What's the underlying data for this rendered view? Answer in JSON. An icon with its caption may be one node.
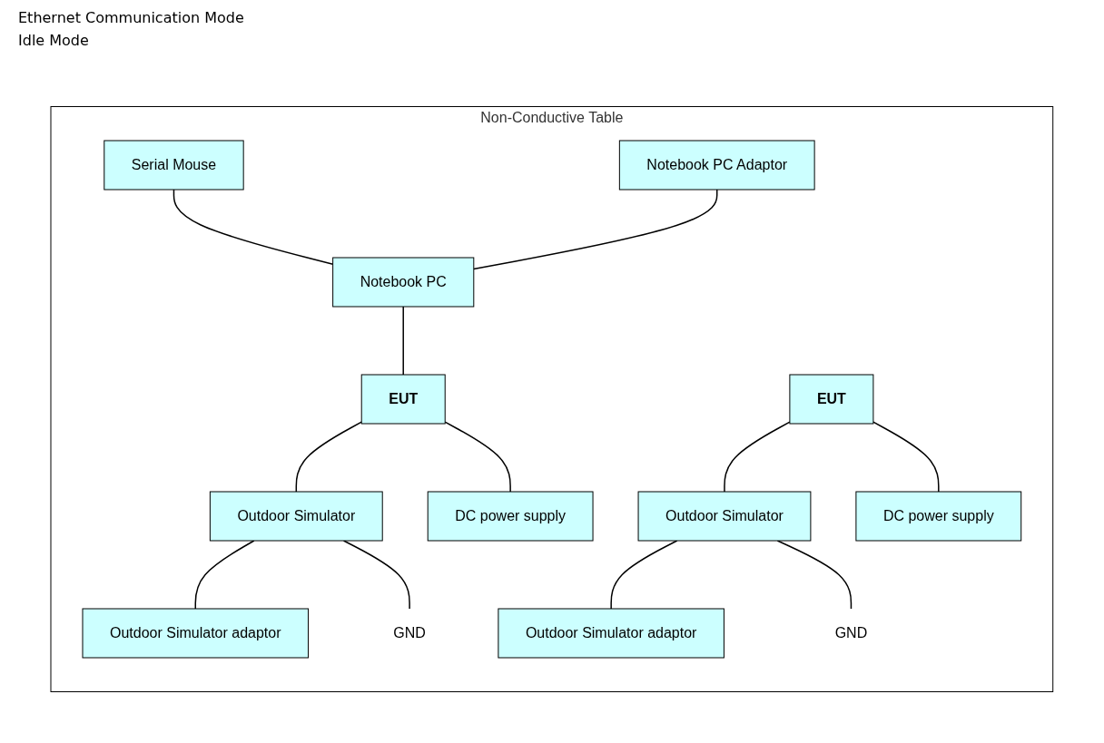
{
  "diagram": {
    "nodes": [
      {
        "text": [
          "Non-Conductive Table"
        ]
      },
      {
        "text": [
          "Serial Mouse"
        ],
        "in": 0
      },
      {
        "text": [
          "Notebook PC Adaptor"
        ],
        "in": 0
      },
      {
        "text": [
          "Notebook PC"
        ],
        "in": 0
      },
      {
        "text": [
          "EUT"
        ],
        "in": 0
      },
      {
        "text": [
          "Outdoor Simulator"
        ],
        "in": 0
      },
      {
        "text": [
          "Outdoor Simulator adaptor"
        ],
        "in": 0
      },
      {
        "text": [
          "DC power supply"
        ],
        "in": 0
      },
      {
        "text": [
          "GND"
        ],
        "in": 0
      },
      {
        "text": [
          "EUT"
        ],
        "in": 0
      },
      {
        "text": [
          "Outdoor Simulator"
        ],
        "in": 0
      },
      {
        "text": [
          "Outdoor Simulator adaptor"
        ],
        "in": 0
      },
      {
        "text": [
          "DC power supply"
        ],
        "in": 0
      },
      {
        "text": [
          "GND"
        ],
        "in": 0
      }
    ],
    "edges": [
      {
        "from": 1,
        "to": 3,
        "arrow": "none"
      },
      {
        "from": 2,
        "to": 3,
        "arrow": "none"
      },
      {
        "from": 3,
        "to": 4,
        "arrow": "none"
      },
      {
        "from": 4,
        "to": 5,
        "arrow": "none"
      },
      {
        "from": 5,
        "to": 6,
        "arrow": "none"
      },
      {
        "from": 4,
        "to": 7,
        "arrow": "none"
      },
      {
        "from": 5,
        "to": 8,
        "arrow": "none"
      },
      {
        "from": 9,
        "to": 10,
        "arrow": "none"
      },
      {
        "from": 10,
        "to": 11,
        "arrow": "none"
      },
      {
        "from": 9,
        "to": 12,
        "arrow": "none"
      },
      {
        "from": 10,
        "to": 13,
        "arrow": "none"
      }
    ],
    "labels": [
      "Ethernet Communication Mode",
      "Idle Mode"
    ]
  }
}
